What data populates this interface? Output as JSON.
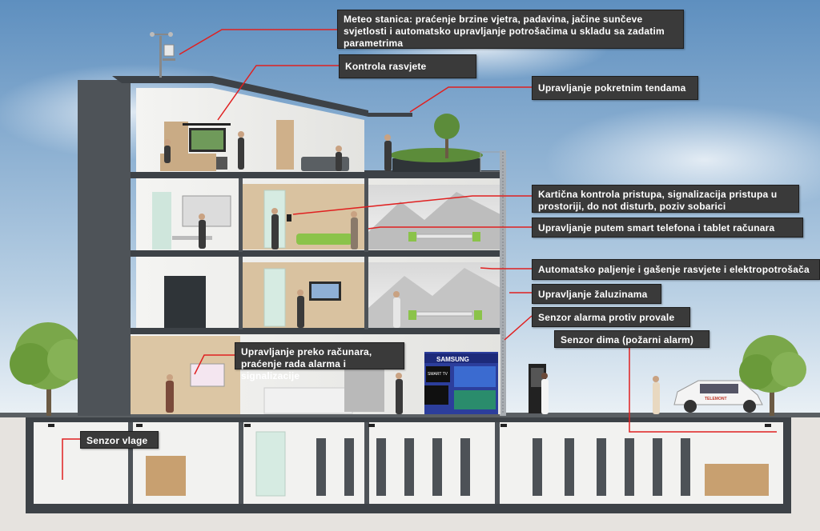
{
  "callouts": {
    "meteo": "Meteo stanica: praćenje brzine vjetra, padavina, jačine sunčeve svjetlosti i automatsko upravljanje potrošačima u skladu sa zadatim parametrima",
    "lighting": "Kontrola rasvjete",
    "awnings": "Upravljanje pokretnim tendama",
    "access": "Kartična kontrola pristupa, signalizacija pristupa u prostoriji, do not disturb, poziv sobarici",
    "smartphone": "Upravljanje putem smart telefona i tablet računara",
    "auto_lights": "Automatsko paljenje i gašenje rasvjete i elektropotrošača",
    "blinds": "Upravljanje žaluzinama",
    "burglar": "Senzor alarma protiv provale",
    "smoke": "Senzor dima (požarni alarm)",
    "computer": "Upravljanje preko računara, praćenje rada alarma i signalizacije",
    "moisture": "Senzor vlage"
  },
  "scene_labels": {
    "tv_brand": "SAMSUNG",
    "smart_tv": "SMART TV",
    "car_brand": "TELEMONT"
  },
  "colors": {
    "sky_top": "#6f9bc4",
    "sky_bottom": "#eef3f7",
    "structure": "#4a4f54",
    "floor_slab": "#3d4247",
    "leader": "#e02020",
    "callout_bg": "#3a3a3a",
    "tree": "#6a9a3a",
    "tv_blue": "#2c3e9c"
  }
}
